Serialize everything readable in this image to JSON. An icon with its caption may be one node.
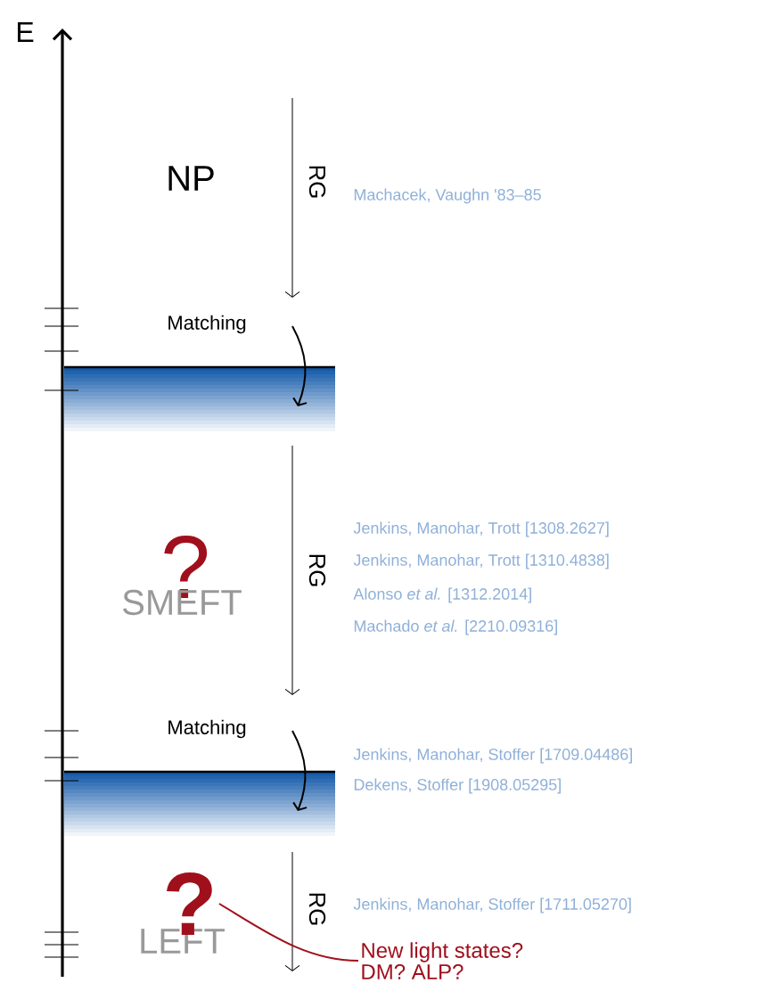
{
  "diagram": {
    "nodes": [
      {
        "text": [
          "?"
        ]
      },
      {
        "text": [
          "New light states? DM? ALP?"
        ]
      }
    ],
    "edges": [
      {
        "from": 0,
        "to": 1,
        "arrow": "none",
        "color": "#a0101c"
      }
    ],
    "labels": [
      "E",
      "NP",
      "RG",
      "Machacek, Vaughn '83–85",
      "Matching",
      "?",
      "SMEFT",
      "RG",
      "Jenkins, Manohar, Trott [1308.2627]",
      "Jenkins, Manohar, Trott [1310.4838]",
      "Alonso *et al.*    [1312.2014]",
      "Machado *et al.*    [2210.09316]",
      "Matching",
      "Jenkins, Manohar, Stoffer [1709.04486]",
      "Dekens, Stoffer [1908.05295]",
      "RG",
      "Jenkins, Manohar, Stoffer [1711.05270]",
      "LEFT"
    ]
  }
}
